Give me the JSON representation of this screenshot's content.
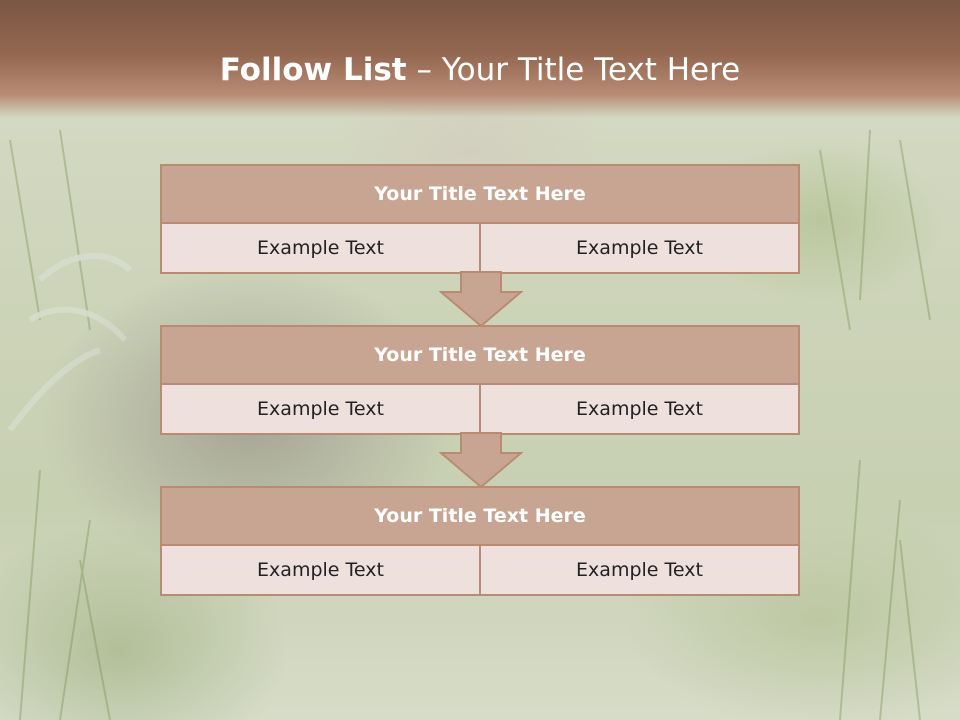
{
  "slide": {
    "title_bold": "Follow List",
    "title_rest": " – Your Title Text Here"
  },
  "steps": [
    {
      "title": "Your Title Text Here",
      "left": "Example Text",
      "right": "Example Text"
    },
    {
      "title": "Your Title Text Here",
      "left": "Example Text",
      "right": "Example Text"
    },
    {
      "title": "Your Title Text Here",
      "left": "Example Text",
      "right": "Example Text"
    }
  ],
  "colors": {
    "header": "#93674f",
    "box_header": "#c8a592",
    "box_body": "#eee0dd",
    "border": "#b98b73"
  }
}
